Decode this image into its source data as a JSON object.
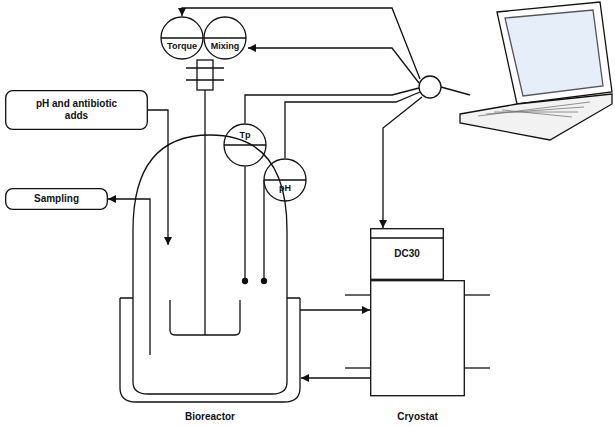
{
  "diagram": {
    "nodes": [
      {
        "text": [
          "Torque"
        ]
      },
      {
        "text": [
          "Mixing"
        ]
      },
      {
        "text": [
          "pH and antibiotic adds"
        ]
      },
      {
        "text": [
          "Sampling"
        ]
      },
      {
        "text": [
          "Tp"
        ]
      },
      {
        "text": [
          "pH"
        ]
      },
      {
        "text": [
          "Bioreactor"
        ]
      },
      {
        "text": [
          "DC30"
        ]
      },
      {
        "text": [
          "Cryostat"
        ]
      }
    ],
    "edges": [
      {
        "from": 2,
        "to": 6,
        "arrow": "to"
      },
      {
        "from": 6,
        "to": 3,
        "arrow": "to"
      },
      {
        "from": 4,
        "to": 6,
        "arrow": "none"
      },
      {
        "from": 5,
        "to": 6,
        "arrow": "none"
      },
      {
        "from": 6,
        "to": 8,
        "arrow": "to"
      },
      {
        "from": 8,
        "to": 6,
        "arrow": "to"
      }
    ]
  }
}
